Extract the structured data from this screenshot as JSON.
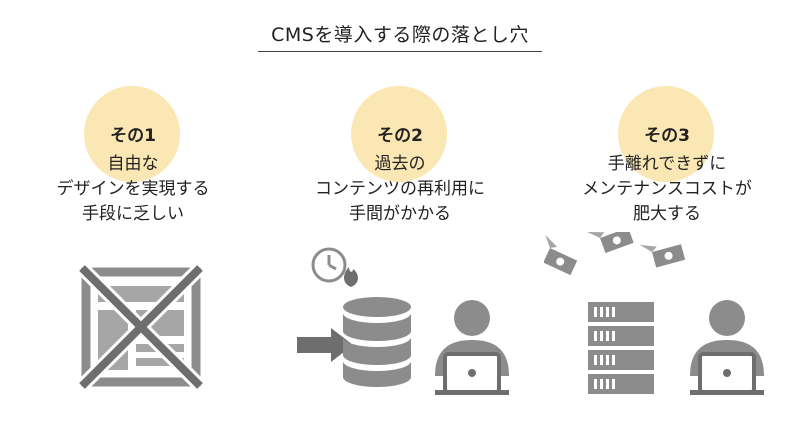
{
  "title": "CMSを導入する際の落とし穴",
  "colors": {
    "circle": "#fbe7b3",
    "icon_gray": "#8c8c8c",
    "icon_dark": "#6e6e6e"
  },
  "pitfalls": [
    {
      "label": "その1",
      "lines": [
        "自由な",
        "デザインを実現する",
        "手段に乏しい"
      ],
      "icon": "crossed-out-layout-icon"
    },
    {
      "label": "その2",
      "lines": [
        "過去の",
        "コンテンツの再利用に",
        "手間がかかる"
      ],
      "icon": "database-migration-icon"
    },
    {
      "label": "その3",
      "lines": [
        "手離れできずに",
        "メンテナンスコストが",
        "肥大する"
      ],
      "icon": "server-cost-icon"
    }
  ]
}
